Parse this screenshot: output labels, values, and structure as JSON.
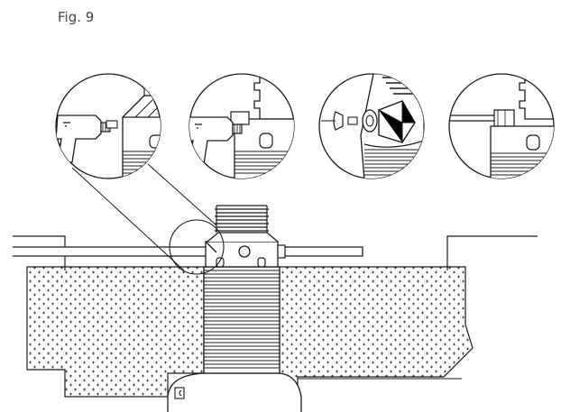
{
  "figure": {
    "label": "Fig. 9"
  },
  "colors": {
    "ink": "#1a1a1a",
    "soil_dot": "#222222",
    "background": "#ffffff"
  },
  "details": [
    {
      "id": "detail-1",
      "content": "drill-driving-fitting-into-tank-neck"
    },
    {
      "id": "detail-2",
      "content": "drill-with-fitting-installed"
    },
    {
      "id": "detail-3",
      "content": "seal-and-fitting-inserted-into-socket"
    },
    {
      "id": "detail-4",
      "content": "pipe-connected-through-seal"
    }
  ]
}
